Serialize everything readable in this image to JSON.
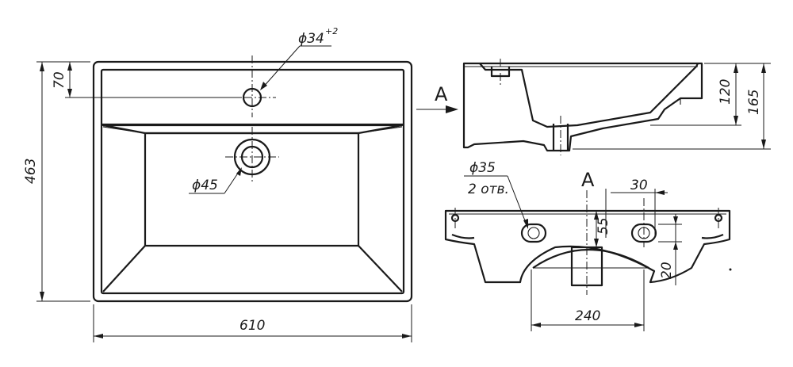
{
  "plan_view": {
    "dim_width": "610",
    "dim_height": "463",
    "dim_tap_offset": "70",
    "tap_hole": "ϕ34",
    "tap_hole_tolerance": "+2",
    "drain_hole": "ϕ45"
  },
  "side_view": {
    "view_marker": "A",
    "dim_bowl_depth": "120",
    "dim_total_height": "165"
  },
  "front_view": {
    "view_marker": "A",
    "mount_hole": "ϕ35",
    "mount_hole_count": "2 отв.",
    "dim_30": "30",
    "dim_55": "55",
    "dim_20": "20",
    "dim_240": "240"
  }
}
